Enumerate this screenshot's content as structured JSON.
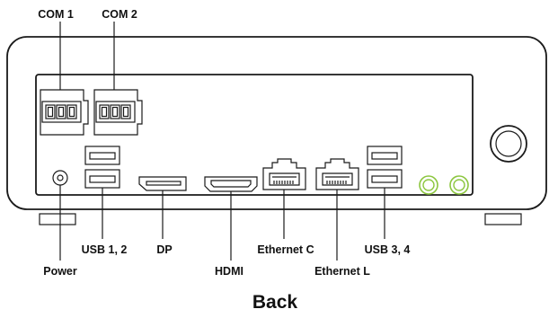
{
  "labels": {
    "com1": "COM 1",
    "com2": "COM 2",
    "usb12": "USB 1, 2",
    "dp": "DP",
    "hdmi": "HDMI",
    "ethernet_c": "Ethernet C",
    "ethernet_l": "Ethernet L",
    "usb34": "USB 3, 4",
    "power": "Power"
  },
  "caption": "Back",
  "colors": {
    "outline": "#1a1a1a",
    "antenna": "#8cc63f",
    "background": "#ffffff"
  }
}
